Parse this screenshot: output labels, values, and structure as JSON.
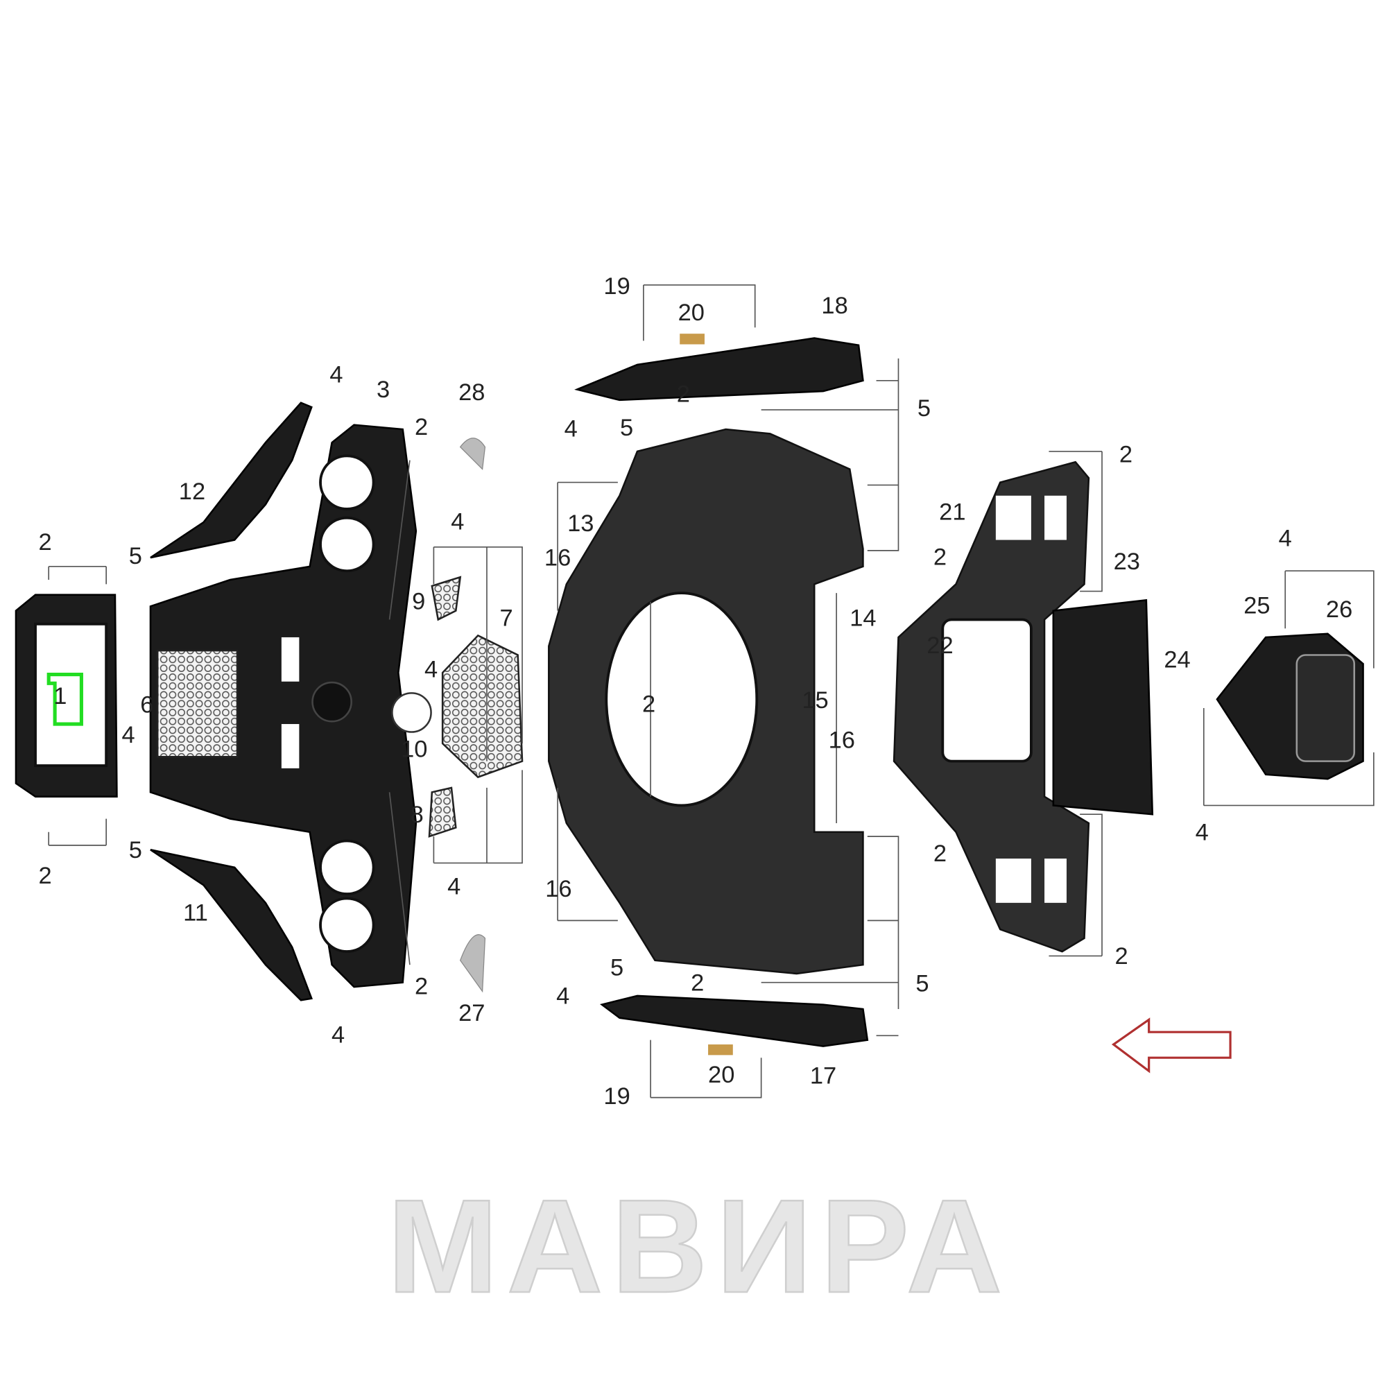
{
  "diagram": {
    "labels": [
      "19",
      "20",
      "18",
      "4",
      "5",
      "2",
      "5",
      "4",
      "3",
      "2",
      "28",
      "12",
      "2",
      "5",
      "4",
      "9",
      "7",
      "16",
      "13",
      "2",
      "21",
      "2",
      "23",
      "14",
      "4",
      "25",
      "26",
      "22",
      "24",
      "1",
      "6",
      "4",
      "4",
      "10",
      "2",
      "15",
      "16",
      "8",
      "5",
      "2",
      "2",
      "4",
      "11",
      "4",
      "16",
      "2",
      "27",
      "5",
      "2",
      "5",
      "2",
      "4",
      "4",
      "20",
      "17",
      "19"
    ],
    "highlighted_part": "1",
    "watermark": "МАВИРА",
    "direction_arrow": "front-direction",
    "colors": {
      "part": "#1c1c1c",
      "highlight": "#22dd22",
      "arrow": "#b03030",
      "watermark": "#e6e6e6"
    }
  }
}
